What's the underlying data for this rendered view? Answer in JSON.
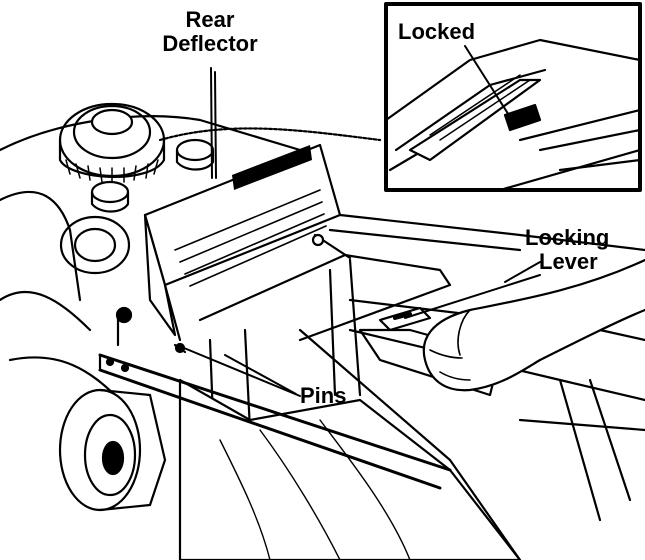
{
  "labels": {
    "rear_deflector": [
      "Rear",
      "Deflector"
    ],
    "locking_lever": [
      "Locking",
      "Lever"
    ],
    "pins": "Pins",
    "locked": "Locked"
  },
  "colors": {
    "ink": "#000000",
    "paper": "#ffffff"
  }
}
